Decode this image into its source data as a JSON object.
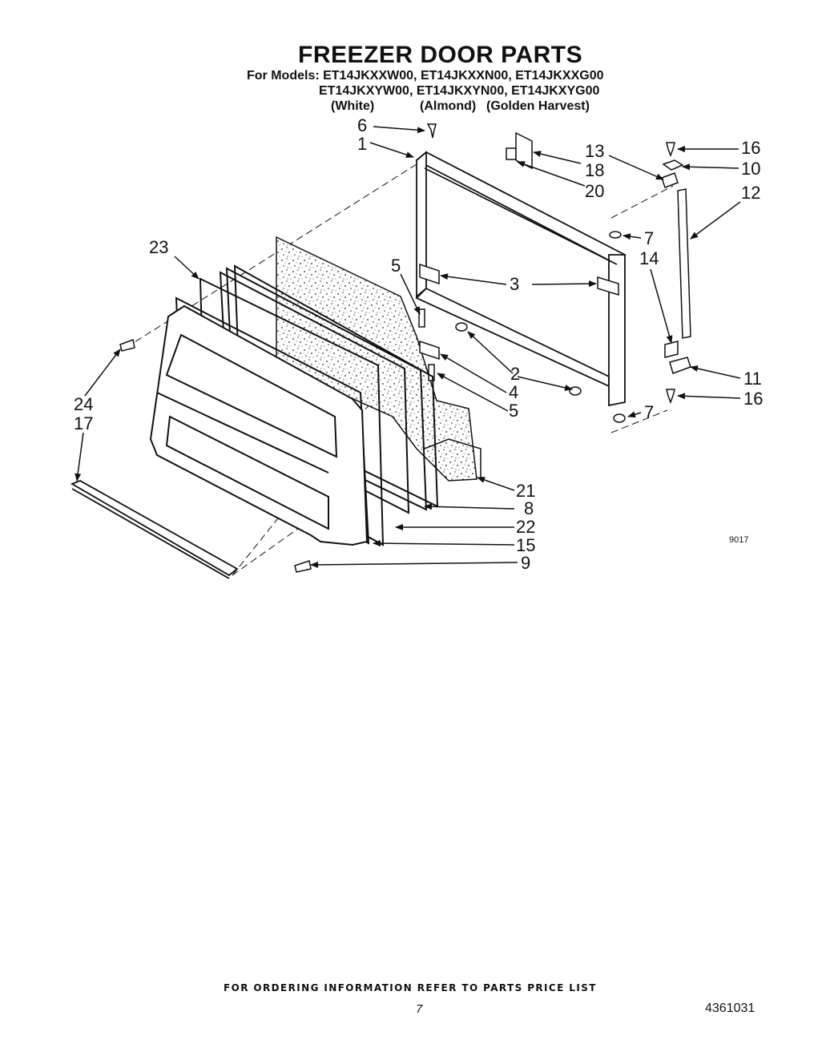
{
  "header": {
    "title": "FREEZER DOOR PARTS",
    "models_line1": "For Models: ET14JKXXW00, ET14JKXXN00, ET14JKXXG00",
    "models_line2": "ET14JKXYW00, ET14JKXYN00, ET14JKXYG00",
    "colors": [
      "(White)",
      "(Almond)",
      "(Golden Harvest)"
    ]
  },
  "diagram": {
    "callouts": [
      "6",
      "1",
      "13",
      "16",
      "18",
      "10",
      "20",
      "12",
      "7",
      "23",
      "5",
      "14",
      "3",
      "2",
      "11",
      "4",
      "24",
      "5",
      "16",
      "17",
      "7",
      "21",
      "8",
      "22",
      "15",
      "9"
    ],
    "drawing_code": "9017"
  },
  "footer": {
    "ordering_note": "FOR ORDERING INFORMATION REFER TO PARTS PRICE LIST",
    "page_number": "7",
    "document_number": "4361031"
  }
}
